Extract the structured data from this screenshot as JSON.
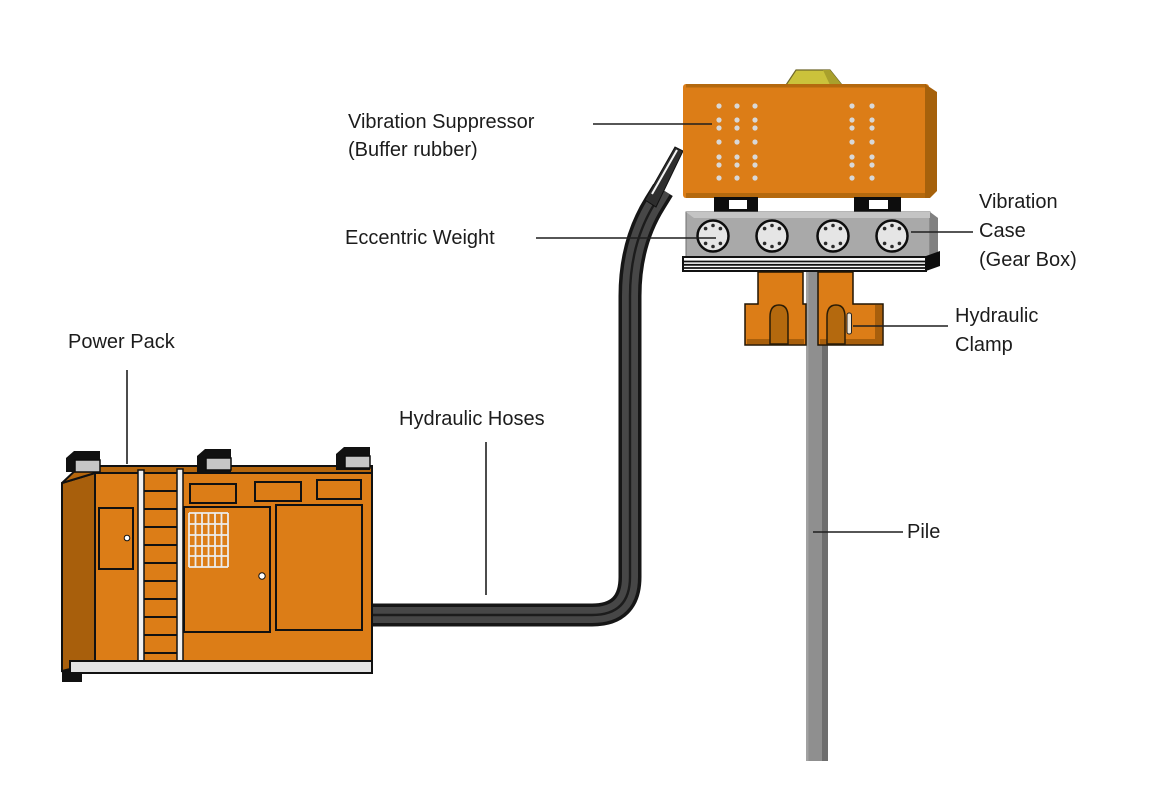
{
  "labels": {
    "vibration_suppressor": [
      "Vibration Suppressor",
      "(Buffer rubber)"
    ],
    "eccentric_weight": [
      "Eccentric Weight"
    ],
    "vibration_case": [
      "Vibration",
      "Case",
      "(Gear Box)"
    ],
    "hydraulic_clamp": [
      "Hydraulic",
      "Clamp"
    ],
    "power_pack": [
      "Power Pack"
    ],
    "hydraulic_hoses": [
      "Hydraulic Hoses"
    ],
    "pile": [
      "Pile"
    ]
  },
  "colors": {
    "machine_orange": "#DC7D17",
    "machine_orange_dark": "#A85F0C",
    "machine_orange_mid": "#B5660D",
    "cap_yellow": "#CBC23B",
    "case_gray": "#A9A9A9",
    "pile_gray": "#8F8F8F",
    "hose_gray": "#474747",
    "label_text": "#1C1C1C",
    "background": "#FFFFFF"
  }
}
